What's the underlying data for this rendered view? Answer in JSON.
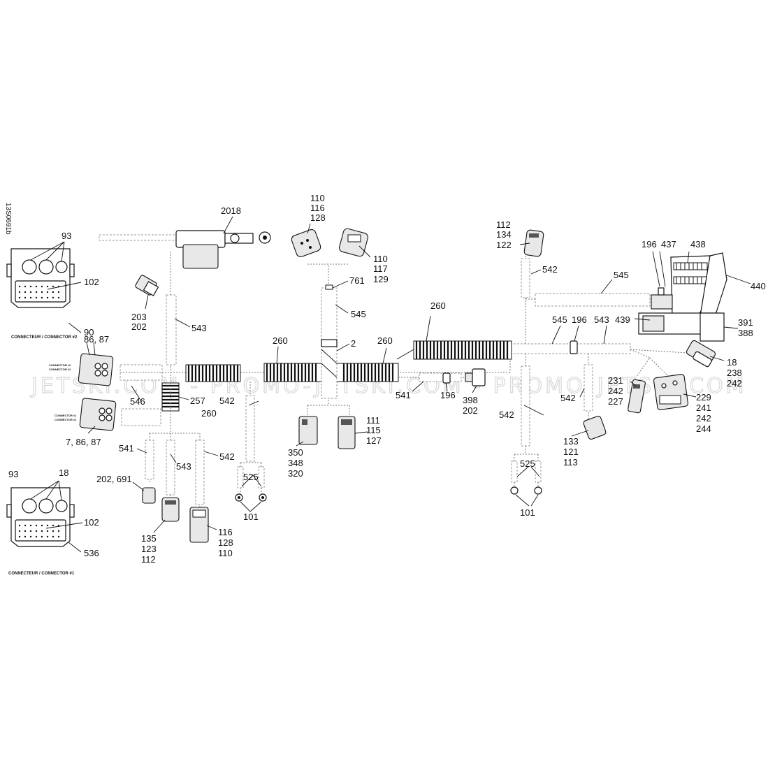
{
  "drawing_id": "13S0691b",
  "watermark": "JETSKI.COM - PROMO-JETSKI.COM - PROMO-JETSKI.COM",
  "callouts": {
    "c2018": "2018",
    "c110a": "110",
    "c116a": "116",
    "c128a": "128",
    "c110b": "110",
    "c117": "117",
    "c129": "129",
    "c761": "761",
    "c545a": "545",
    "c2": "2",
    "c112a": "112",
    "c134": "134",
    "c122": "122",
    "c542a": "542",
    "c196a": "196",
    "c437": "437",
    "c438": "438",
    "c440": "440",
    "c545b": "545",
    "c545c": "545",
    "c196b": "196",
    "c543b": "543",
    "c439": "439",
    "c391": "391",
    "c388": "388",
    "c18a": "18",
    "c238": "238",
    "c242a": "242",
    "c231": "231",
    "c242b": "242",
    "c227": "227",
    "c229": "229",
    "c241": "241",
    "c242c": "242",
    "c244": "244",
    "c260a": "260",
    "c260b": "260",
    "c260c": "260",
    "c260d": "260",
    "c542b": "542",
    "c542c": "542",
    "c133": "133",
    "c121": "121",
    "c113": "113",
    "c525b": "525",
    "c101b": "101",
    "c541b": "541",
    "c196c": "196",
    "c398": "398",
    "c202c": "202",
    "c111": "111",
    "c115": "115",
    "c127": "127",
    "c350": "350",
    "c348": "348",
    "c320": "320",
    "c542d": "542",
    "c257": "257",
    "c525a": "525",
    "c101a": "101",
    "c542e": "542",
    "c543c": "543",
    "c541a": "541",
    "c202_691": "202, 691",
    "c135": "135",
    "c123": "123",
    "c112b": "112",
    "c116b": "116",
    "c128b": "128",
    "c110c": "110",
    "c546": "546",
    "c86_87": "86, 87",
    "c7_86_87": "7, 86, 87",
    "c203": "203",
    "c202a": "202",
    "c543a": "543",
    "c93a": "93",
    "c102a": "102",
    "c90": "90",
    "c93b": "93",
    "c18b": "18",
    "c102b": "102",
    "c536": "536"
  },
  "connector_captions": {
    "connector2": "CONNECTEUR / CONNECTOR #2",
    "connector1": "CONNECTEUR / CONNECTOR #1",
    "side_c2a": "CONNECTOR #2",
    "side_c2b": "CONNECTOR #2",
    "side_c1a": "CONNECTOR #1",
    "side_c1b": "CONNECTOR #1"
  },
  "colors": {
    "line": "#111111",
    "tube": "#999999",
    "watermark": "#d6d6d6"
  }
}
